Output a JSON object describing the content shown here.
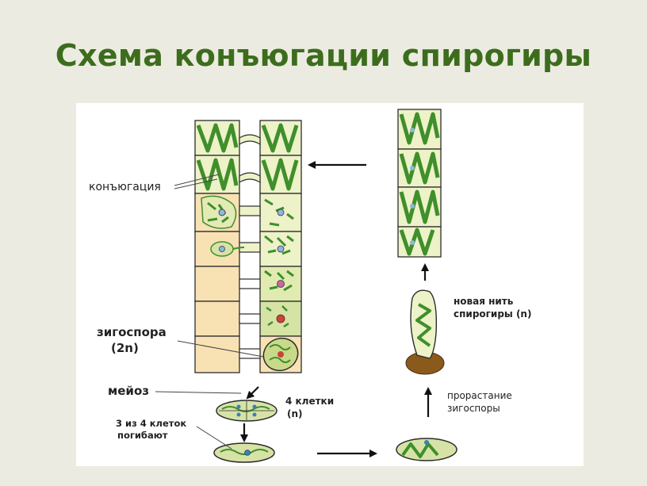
{
  "title": "Схема конъюгации спирогиры",
  "labels": {
    "conjugation": "конъюгация",
    "zygospore_line1": "зигоспора",
    "zygospore_line2": "(2n)",
    "meiosis": "мейоз",
    "four_cells_line1": "4 клетки",
    "four_cells_line2": "(n)",
    "three_die_line1": "3 из 4 клеток",
    "three_die_line2": "погибают",
    "new_filament_line1": "новая нить",
    "new_filament_line2": "спирогиры (n)",
    "germination_line1": "прорастание",
    "germination_line2": "зигоспоры"
  },
  "colors": {
    "title": "#3c6d1d",
    "cell_fill": "#eef2c8",
    "empty_cell": "#f8e2b4",
    "chloroplast": "#3f8f2b",
    "outline": "#2c2c2c",
    "zygote_fill": "#c9d98a",
    "spore_brown": "#8a5a1c",
    "background": "#ecebe1"
  }
}
